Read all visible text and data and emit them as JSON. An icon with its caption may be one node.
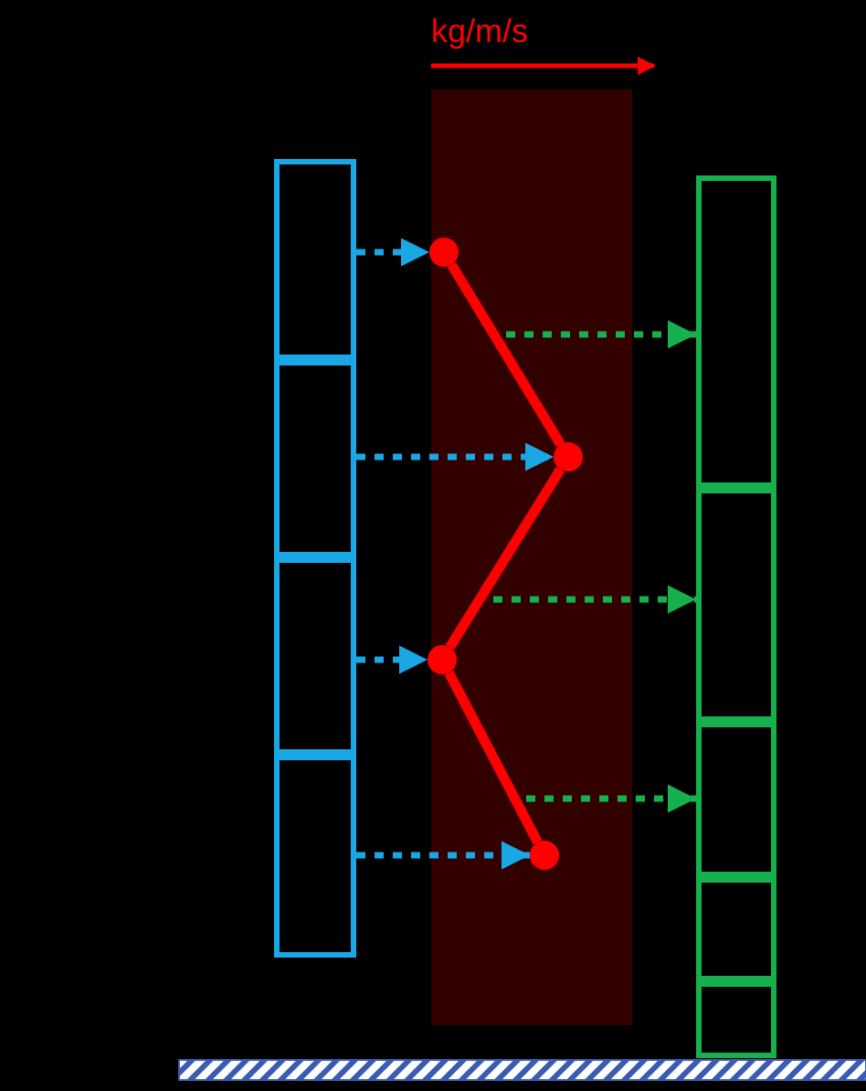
{
  "diagram": {
    "nodes": [
      {
        "text": [],
        "shape": "box"
      },
      {
        "text": [],
        "shape": "box"
      },
      {
        "text": [],
        "shape": "box"
      },
      {
        "text": [],
        "shape": "box"
      },
      {
        "text": [],
        "shape": "circle"
      },
      {
        "text": [],
        "shape": "circle"
      },
      {
        "text": [],
        "shape": "circle"
      },
      {
        "text": [],
        "shape": "circle"
      },
      {
        "text": [],
        "shape": "box"
      },
      {
        "text": [],
        "shape": "box"
      },
      {
        "text": [],
        "shape": "box"
      },
      {
        "text": [],
        "shape": "box"
      },
      {
        "text": [],
        "shape": "box"
      }
    ],
    "edges": [
      {
        "from": 0,
        "to": 4,
        "arrow": "to",
        "style": "dashed",
        "color": "#1aa7e6"
      },
      {
        "from": 1,
        "to": 5,
        "arrow": "to",
        "style": "dashed",
        "color": "#1aa7e6"
      },
      {
        "from": 2,
        "to": 6,
        "arrow": "to",
        "style": "dashed",
        "color": "#1aa7e6"
      },
      {
        "from": 3,
        "to": 7,
        "arrow": "to",
        "style": "dashed",
        "color": "#1aa7e6"
      },
      {
        "from": 4,
        "to": 5,
        "arrow": "none",
        "color": "#ff0000"
      },
      {
        "from": 5,
        "to": 6,
        "arrow": "none",
        "color": "#ff0000"
      },
      {
        "from": 6,
        "to": 7,
        "arrow": "none",
        "color": "#ff0000"
      },
      {
        "from": null,
        "to": 8,
        "arrow": "to",
        "style": "dashed",
        "color": "#16b04c"
      },
      {
        "from": null,
        "to": 9,
        "arrow": "to",
        "style": "dashed",
        "color": "#16b04c"
      },
      {
        "from": null,
        "to": 10,
        "arrow": "to",
        "style": "dashed",
        "color": "#16b04c"
      }
    ],
    "labels": [
      "kg/m/s"
    ]
  }
}
